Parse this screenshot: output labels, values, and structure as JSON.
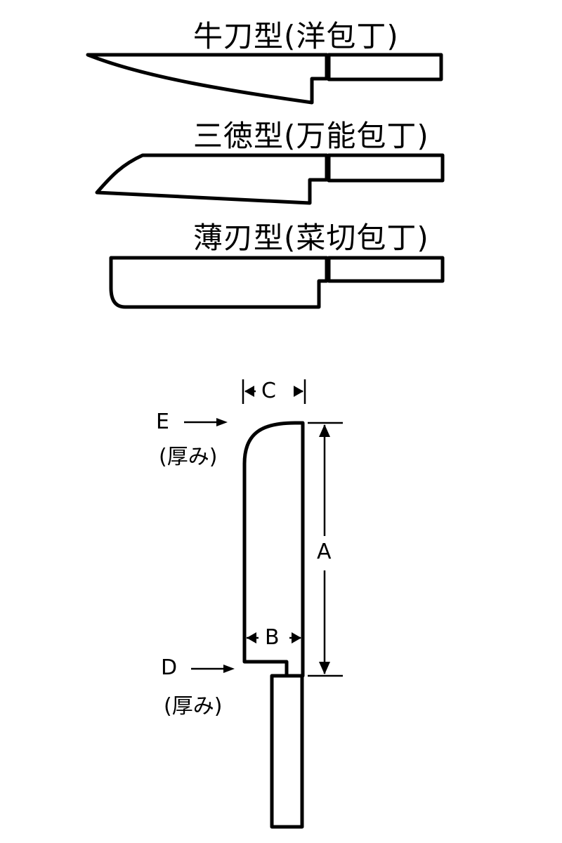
{
  "knives": [
    {
      "label": "牛刀型(洋包丁)"
    },
    {
      "label": "三徳型(万能包丁)"
    },
    {
      "label": "薄刃型(菜切包丁)"
    }
  ],
  "dimension_labels": {
    "a": "A",
    "b": "B",
    "c": "C"
  },
  "side_labels": {
    "e": {
      "letter": "E",
      "note": "(厚み)"
    },
    "d": {
      "letter": "D",
      "note": "(厚み)"
    }
  }
}
